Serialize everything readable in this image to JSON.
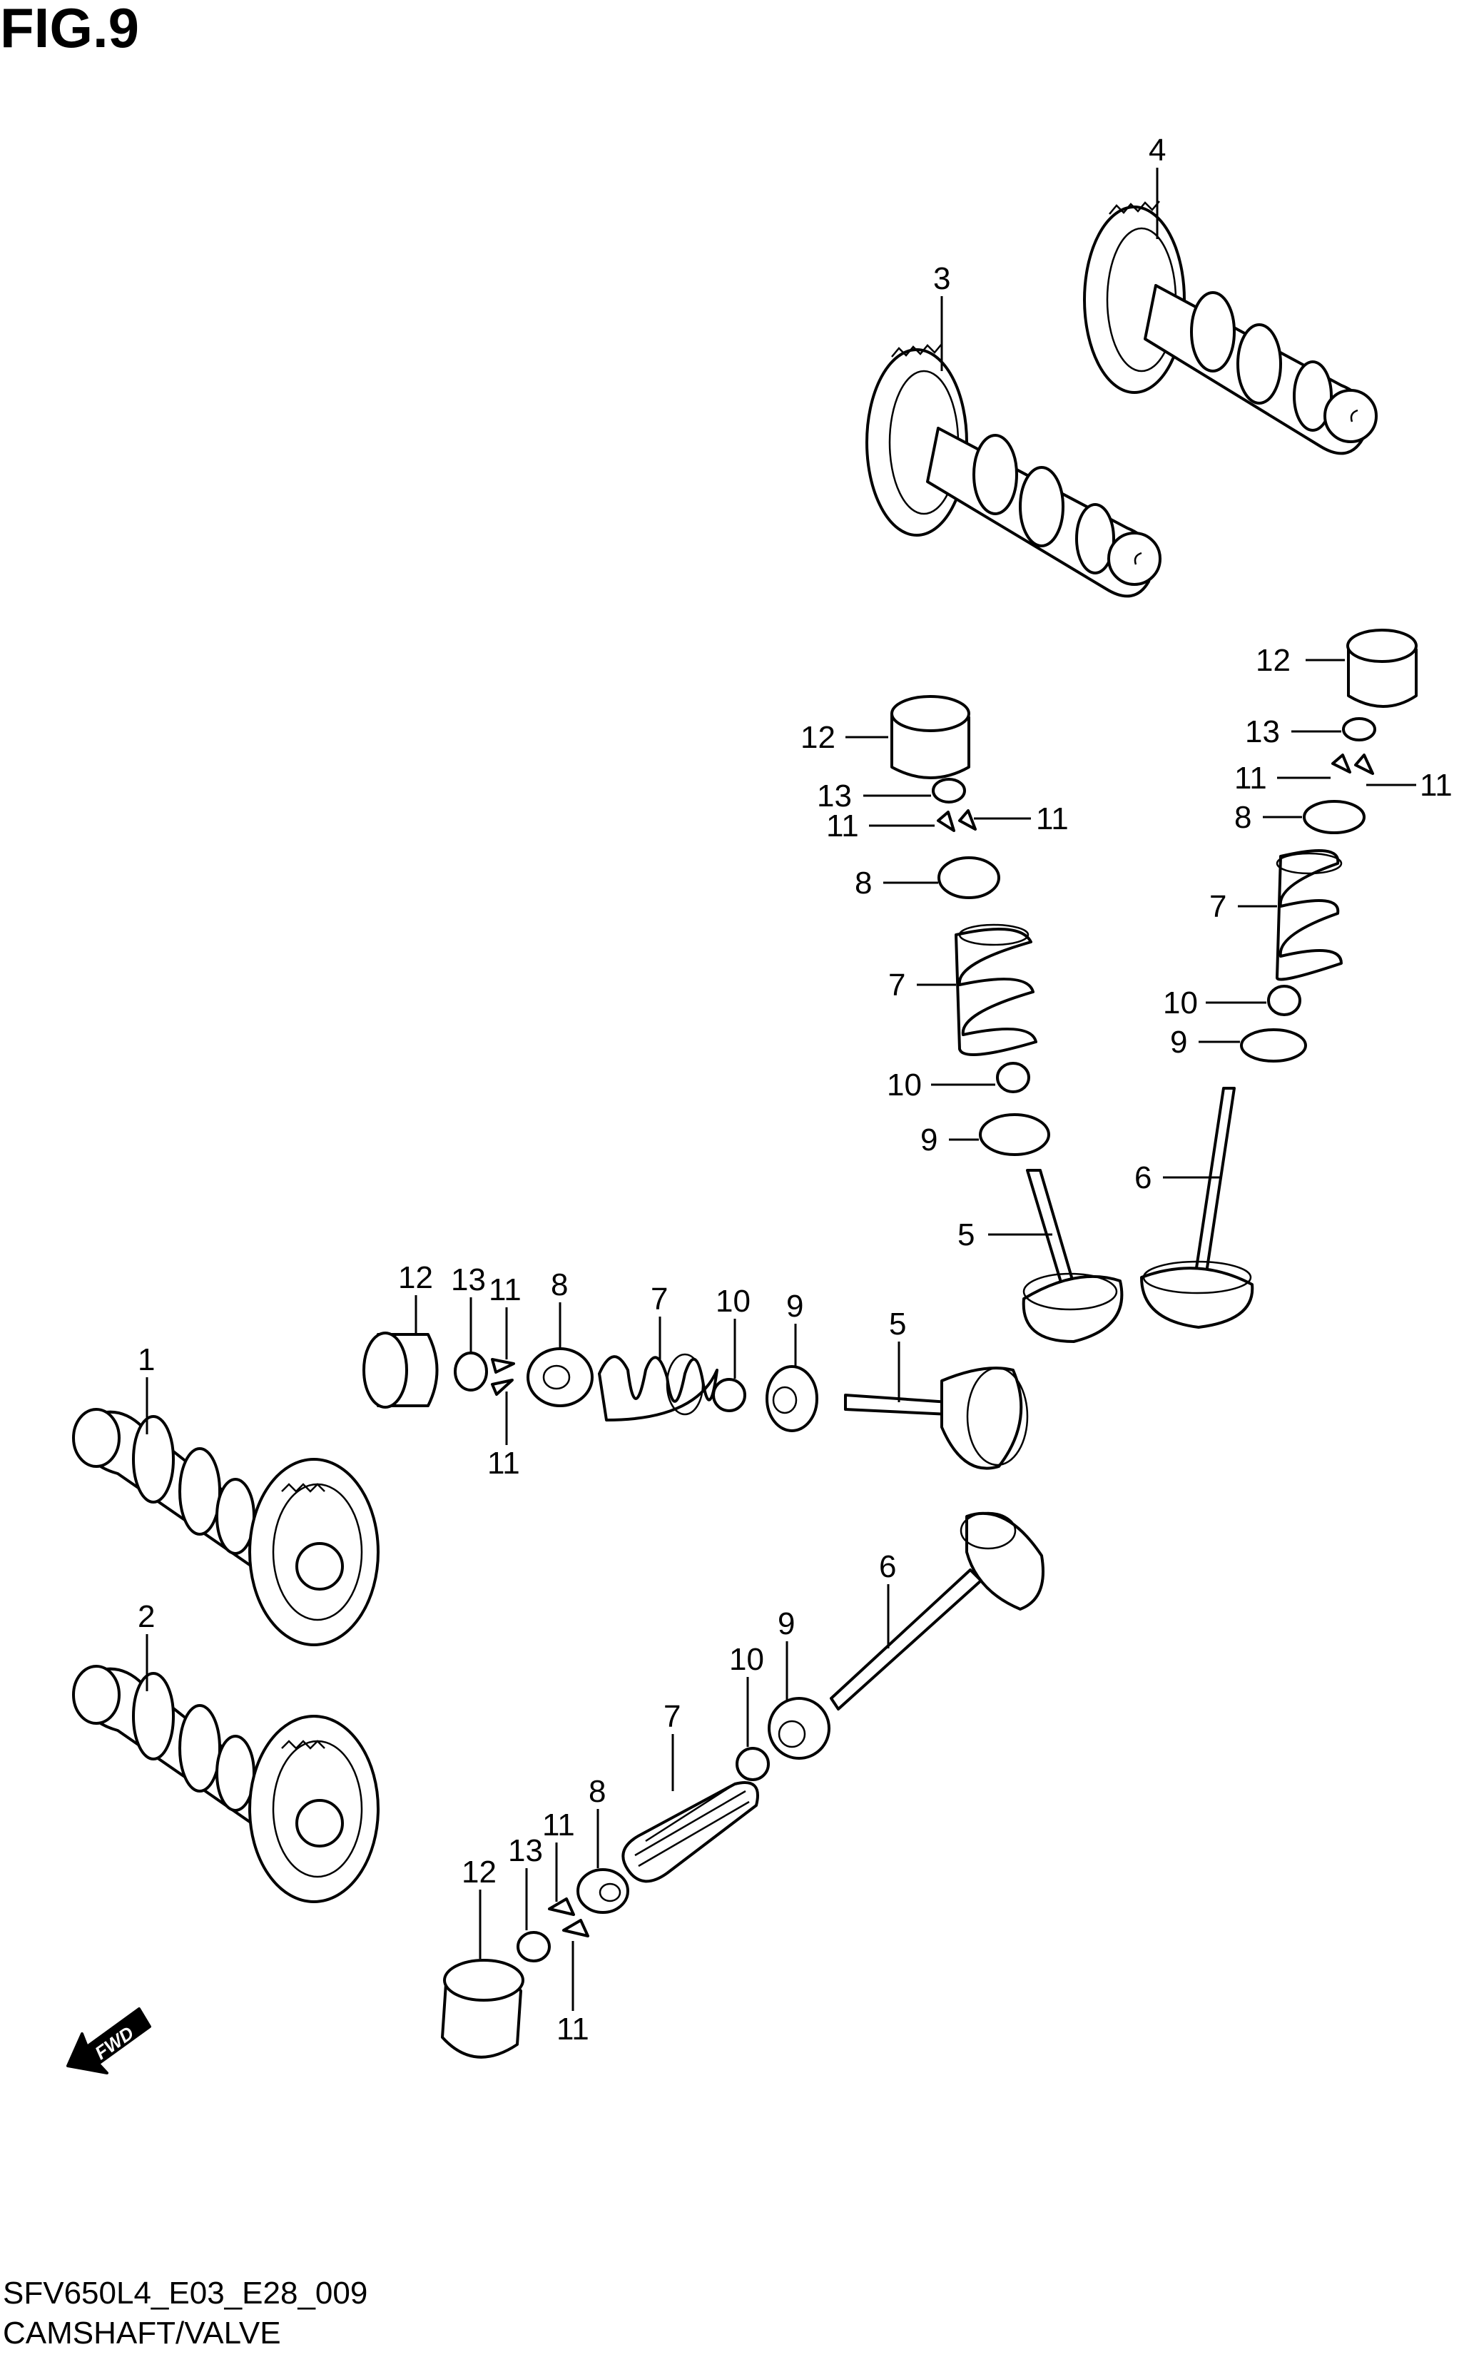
{
  "figure": {
    "title": "FIG.9"
  },
  "footer": {
    "code": "SFV650L4_E03_E28_009",
    "caption": "CAMSHAFT/VALVE"
  },
  "fwd_label": "FWD",
  "callouts": {
    "c4": "4",
    "c3": "3",
    "c12a": "12",
    "c13a": "13",
    "c11a": "11",
    "c11b": "11",
    "c8a": "8",
    "c7a": "7",
    "c10a": "10",
    "c9a": "9",
    "c5a": "5",
    "c12b": "12",
    "c13b": "13",
    "c11c": "11",
    "c11d": "11",
    "c8b": "8",
    "c7b": "7",
    "c10b": "10",
    "c9b": "9",
    "c6a": "6",
    "c12c": "12",
    "c13c": "13",
    "c11e": "11",
    "c8c": "8",
    "c7c": "7",
    "c10c": "10",
    "c9c": "9",
    "c5b": "5",
    "c11f": "11",
    "c1": "1",
    "c2": "2",
    "c6b": "6",
    "c9d": "9",
    "c10d": "10",
    "c7d": "7",
    "c8d": "8",
    "c11g": "11",
    "c13d": "13",
    "c12d": "12",
    "c11h": "11"
  }
}
